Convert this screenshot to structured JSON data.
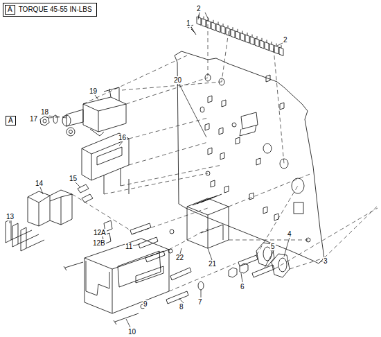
{
  "diagram": {
    "nodes": [
      {
        "text": [
          "TORQUE 45-55 IN-LBS"
        ]
      },
      {
        "text": [
          "A"
        ],
        "in": 0
      },
      {
        "text": [
          "A"
        ]
      }
    ],
    "edges": [],
    "labels": [
      "1",
      "2",
      "2",
      "20",
      "19",
      "18",
      "17",
      "16",
      "15",
      "14",
      "13",
      "12A",
      "12B",
      "11",
      "22",
      "21",
      "3",
      "4",
      "5",
      "6",
      "7",
      "8",
      "9",
      "10"
    ]
  }
}
